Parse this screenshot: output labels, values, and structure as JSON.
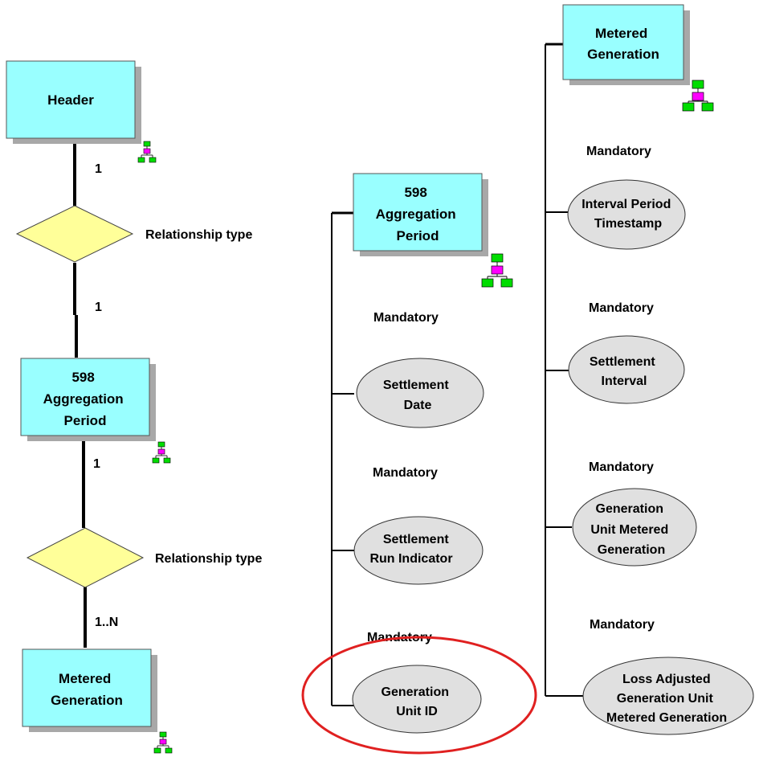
{
  "entities": {
    "header": [
      "Header"
    ],
    "aggregation_left": [
      "598",
      "Aggregation",
      "Period"
    ],
    "metered_left": [
      "Metered",
      "Generation"
    ],
    "aggregation_mid": [
      "598",
      "Aggregation",
      "Period"
    ],
    "metered_right": [
      "Metered",
      "Generation"
    ]
  },
  "relationships": {
    "rel1": "Relationship type",
    "rel2": "Relationship type"
  },
  "cardinalities": {
    "c1": "1",
    "c2": "1",
    "c3": "1",
    "c4": "1..N"
  },
  "mid_column": {
    "labels": [
      "Mandatory",
      "Mandatory",
      "Mandatory"
    ],
    "attributes": [
      [
        "Settlement",
        "Date"
      ],
      [
        "Settlement",
        "Run Indicator"
      ],
      [
        "Generation",
        "Unit ID"
      ]
    ]
  },
  "right_column": {
    "labels": [
      "Mandatory",
      "Mandatory",
      "Mandatory",
      "Mandatory"
    ],
    "attributes": [
      [
        "Interval Period",
        "Timestamp"
      ],
      [
        "Settlement",
        "Interval"
      ],
      [
        "Generation",
        "Unit Metered",
        "Generation"
      ],
      [
        "Loss Adjusted",
        "Generation Unit",
        "Metered Generation"
      ]
    ]
  },
  "colors": {
    "entity_fill": "#99ffff",
    "relationship_fill": "#ffff99",
    "attribute_fill": "#e0e0e0",
    "shadow": "#a8a8a8",
    "highlight_circle": "#e02020",
    "hier_icon_green": "#00dd00",
    "hier_icon_magenta": "#ff00ff"
  },
  "highlighted_attribute": "Generation Unit ID"
}
